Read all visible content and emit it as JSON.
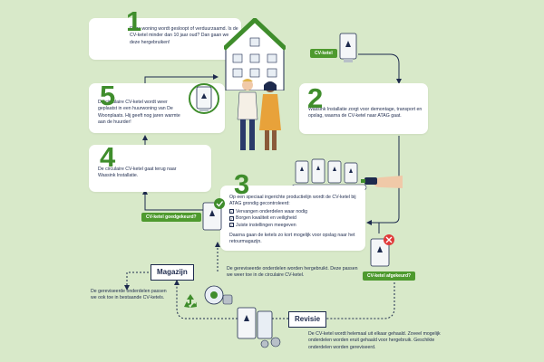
{
  "colors": {
    "background": "#d8e9c9",
    "accent_green": "#3f8d2c",
    "tag_green": "#4e9a2e",
    "alert_red": "#e03a3a",
    "navy": "#1d2a4d"
  },
  "step1": {
    "number": "1",
    "text": "Deze woning wordt gesloopt of verduurzaamd. Is de CV-ketel minder dan 10 jaar oud? Dan gaan we deze hergebruiken!"
  },
  "step2": {
    "number": "2",
    "text": "Wassink Installatie zorgt voor demontage, transport en opslag, waarna de CV-ketel naar ATAG gaat."
  },
  "step3": {
    "number": "3",
    "intro": "Op een speciaal ingerichte productielijn wordt de CV-ketel bij ATAG grondig gecontroleerd:",
    "checks": [
      "Vervangen onderdelen waar nodig",
      "Borgen kwaliteit en veiligheid",
      "Juiste instellingen meegeven"
    ],
    "outro": "Daarna gaan de ketels zo kort mogelijk voor opslag naar het retourmagazijn."
  },
  "step4": {
    "number": "4",
    "text": "De circulaire CV-ketel gaat terug naar Wassink Installatie."
  },
  "step5": {
    "number": "5",
    "text": "De circulaire CV-ketel wordt weer geplaatst in een huurwoning van De Woonplaats. Hij geeft nog jaren warmte aan de huurder!"
  },
  "tags": {
    "cv_ketel": "CV-ketel",
    "goedgekeurd": "CV-ketel goedgekeurd?",
    "afgekeurd": "CV-ketel afgekeurd?"
  },
  "magazijn": {
    "title": "Magazijn",
    "text": "De gereviseerde onderdelen worden hergebruikt. Deze passen we weer toe in de circulaire CV-ketel.",
    "side_text": "De gereviseerde onderdelen passen we ook toe in bestaande CV-ketels."
  },
  "revisie": {
    "title": "Revisie",
    "text": "De CV-ketel wordt helemaal uit elkaar gehaald. Zoveel mogelijk onderdelen worden eruit gehaald voor hergebruik. Geschikte onderdelen worden gereviseerd."
  },
  "icons": {
    "house": "house-icon",
    "people": "residents-icon",
    "boiler": "boiler-icon",
    "recycle": "recycle-icon",
    "hand": "hand-icon",
    "check": "check-icon",
    "cross": "cross-icon"
  }
}
